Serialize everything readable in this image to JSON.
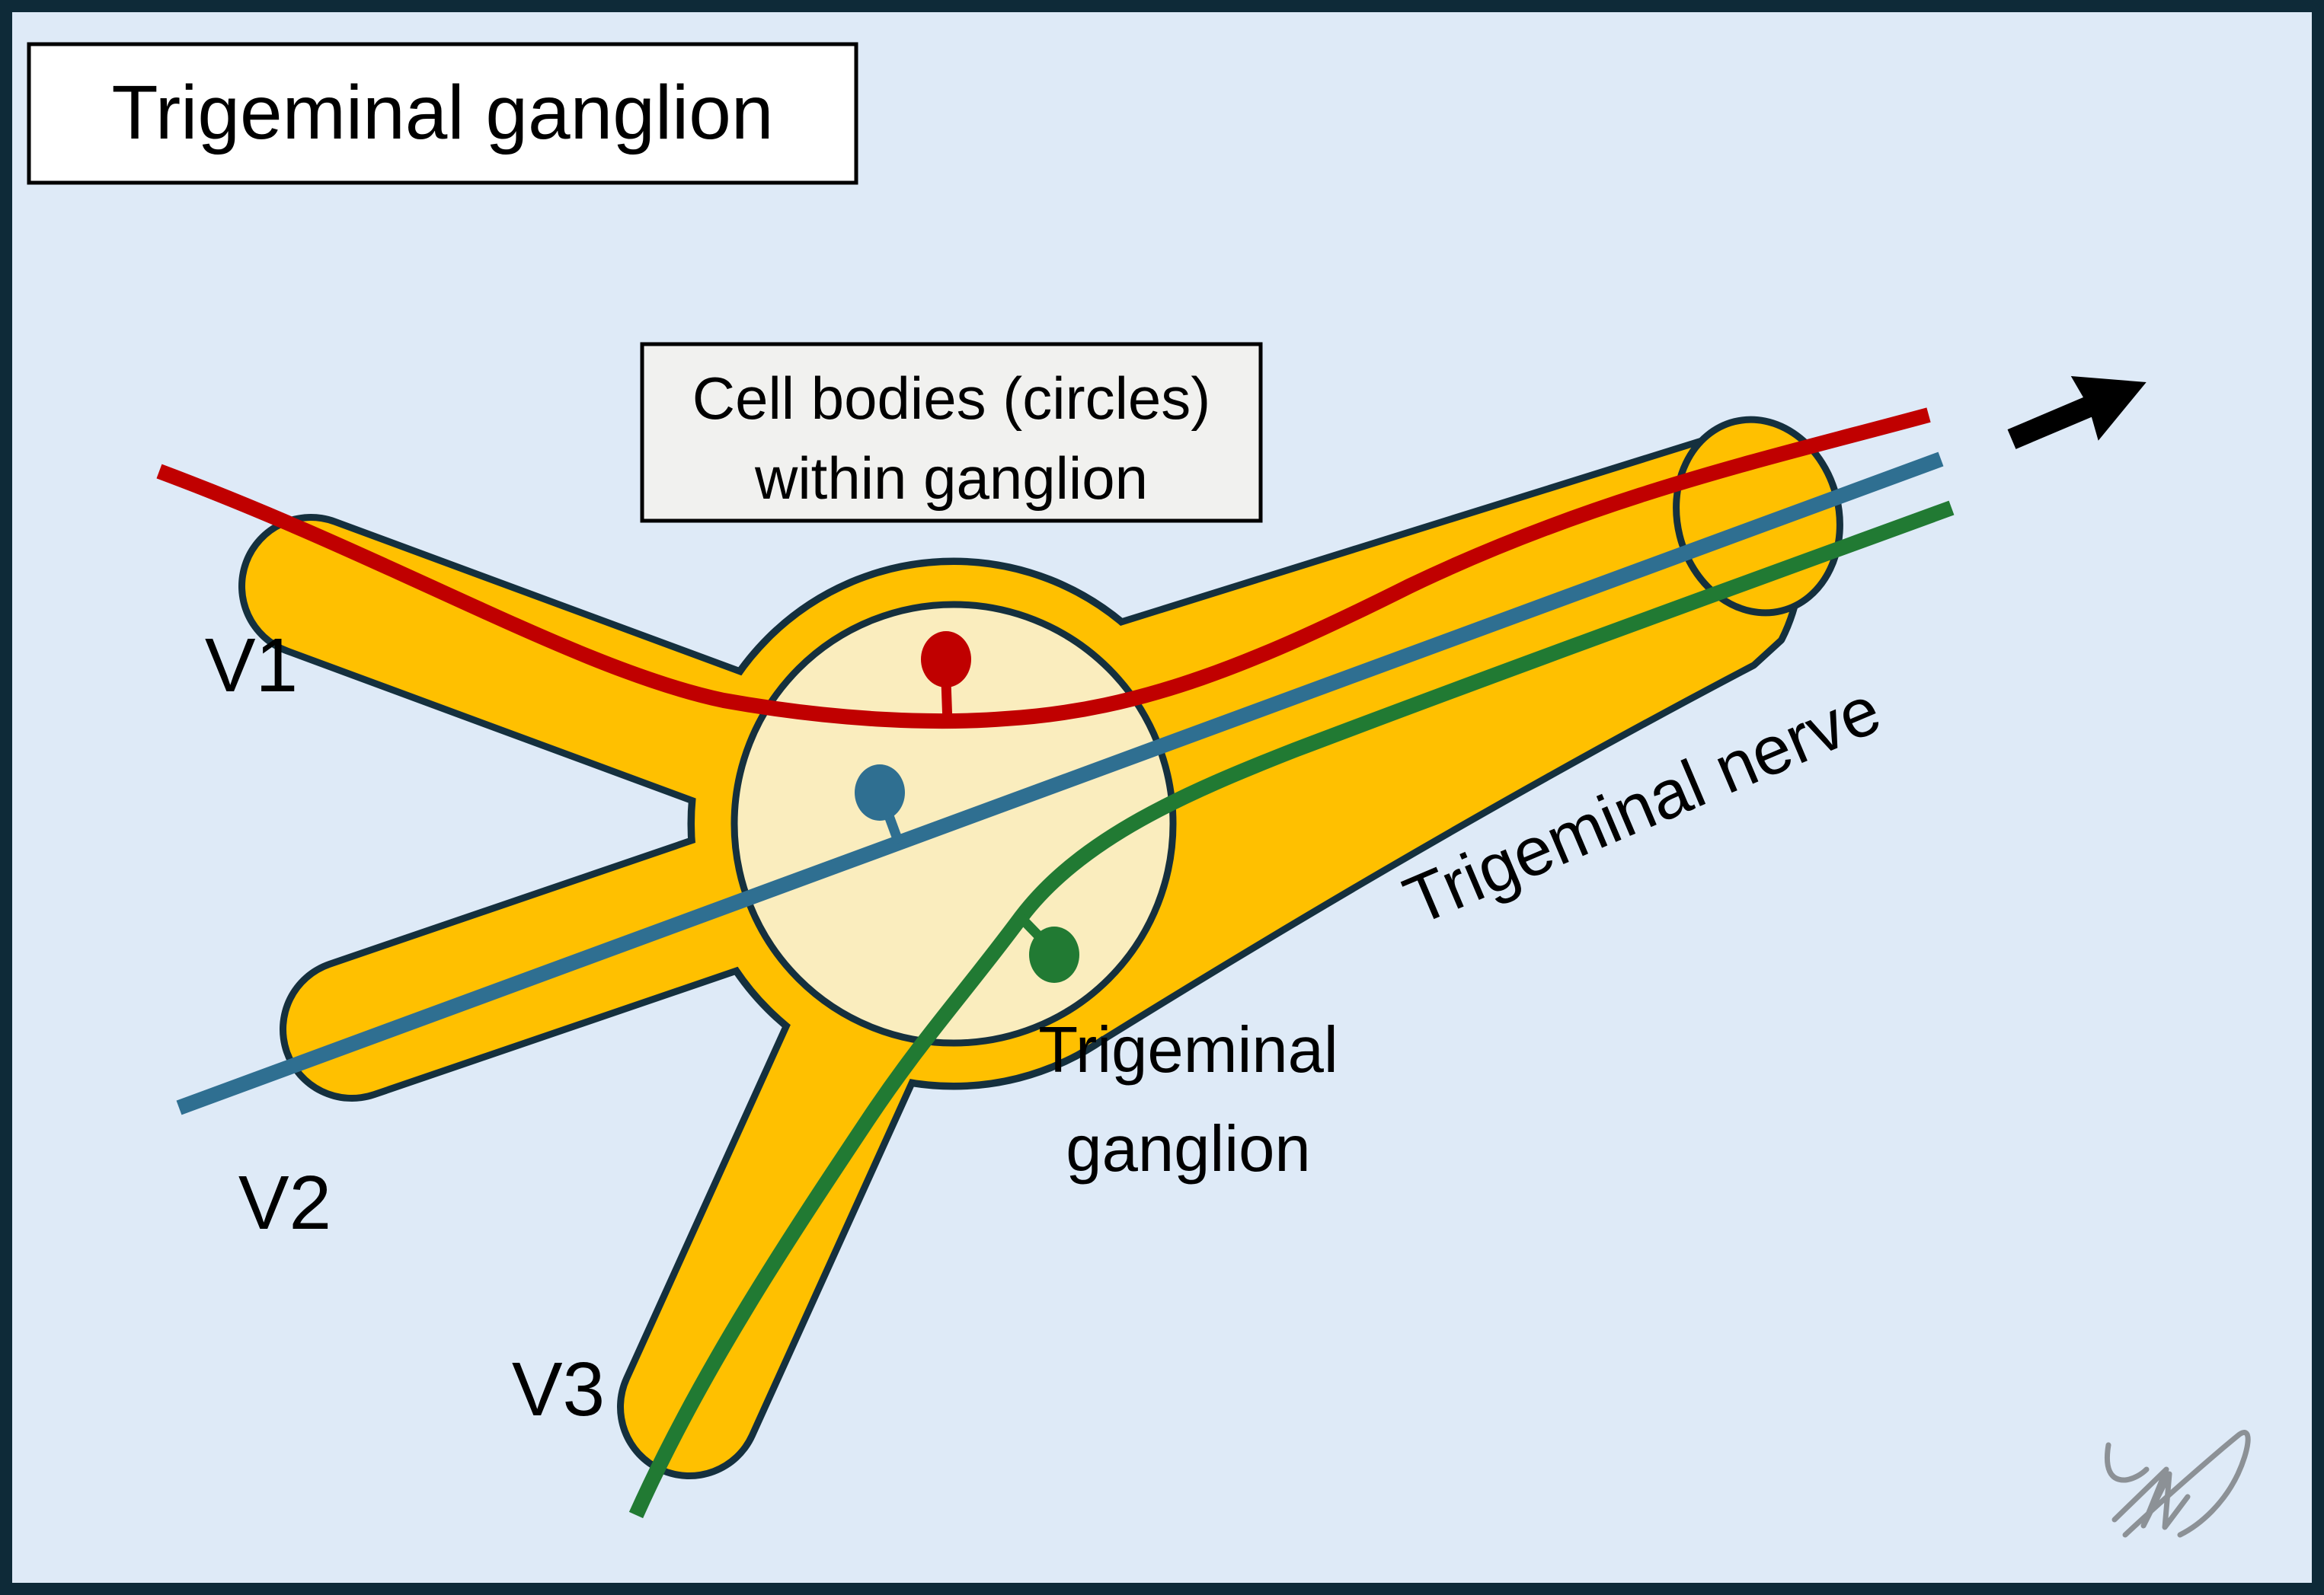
{
  "title": "Trigeminal ganglion",
  "annotation_box": {
    "line1": "Cell bodies (circles)",
    "line2": "within ganglion"
  },
  "labels": {
    "v1": "V1",
    "v2": "V2",
    "v3": "V3",
    "ganglion_line1": "Trigeminal",
    "ganglion_line2": "ganglion",
    "nerve": "Trigeminal nerve"
  },
  "icons": {
    "arrow": "direction-arrow-icon",
    "signature": "signature-squiggle"
  },
  "colors": {
    "background": "#DEEAF7",
    "frame": "#0E2A38",
    "nerve_yellow": "#FFC000",
    "ganglion_inner_fill": "#FAEDBE",
    "outline_dark": "#15303E",
    "fiber_red": "#C00000",
    "fiber_blue": "#2F6F91",
    "fiber_green": "#217A33",
    "arrow_black": "#000000",
    "signature_gray": "#8C9196",
    "title_box_bg": "#FFFFFF",
    "annotation_box_bg": "#F1F1EF"
  }
}
